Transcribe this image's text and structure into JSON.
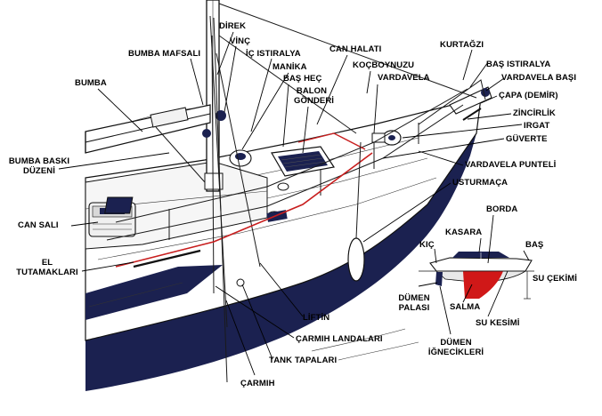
{
  "labels": {
    "direk": "DİREK",
    "vinc": "VİNÇ",
    "bumba_mafsali": "BUMBA MAFSALI",
    "ic_istiralya": "İÇ ISTIRALYA",
    "manika": "MANİKA",
    "bas_hec": "BAŞ HEÇ",
    "balon_gonderi_1": "BALON",
    "balon_gonderi_2": "GÖNDERİ",
    "can_halati": "CAN HALATI",
    "kocboynuzu": "KOÇBOYNUZU",
    "kurtagzi": "KURTAĞZI",
    "bas_istiralya": "BAŞ ISTIRALYA",
    "vardavela": "VARDAVELA",
    "vardavela_basi": "VARDAVELA BAŞI",
    "capa": "ÇAPA (DEMİR)",
    "zincirlik": "ZİNCİRLİK",
    "irgat": "IRGAT",
    "guverte": "GÜVERTE",
    "vardavela_punteli": "VARDAVELA PUNTELİ",
    "usturmaca": "USTURMAÇA",
    "bumba": "BUMBA",
    "bumba_baski_1": "BUMBA BASKI",
    "bumba_baski_2": "DÜZENİ",
    "can_sali": "CAN SALI",
    "el_tutamaklari_1": "EL",
    "el_tutamaklari_2": "TUTAMAKLARI",
    "borda": "BORDA",
    "kasara": "KASARA",
    "kic": "KIÇ",
    "bas": "BAŞ",
    "su_cekimi": "SU ÇEKİMİ",
    "dumen_palasi_1": "DÜMEN",
    "dumen_palasi_2": "PALASI",
    "salma": "SALMA",
    "su_kesimi": "SU KESİMİ",
    "dumen_ignecikleri_1": "DÜMEN",
    "dumen_ignecikleri_2": "İĞNECİKLERİ",
    "liftin": "LİFTİN",
    "carmih_landalari": "ÇARMIH LANDALARI",
    "tank_tapalari": "TANK TAPALARI",
    "carmih": "ÇARMIH"
  },
  "colors": {
    "hull": "#1b2150",
    "ink": "#111111",
    "keel": "#d01818",
    "lines_red": "#c81e1e",
    "deck": "#ffffff"
  }
}
